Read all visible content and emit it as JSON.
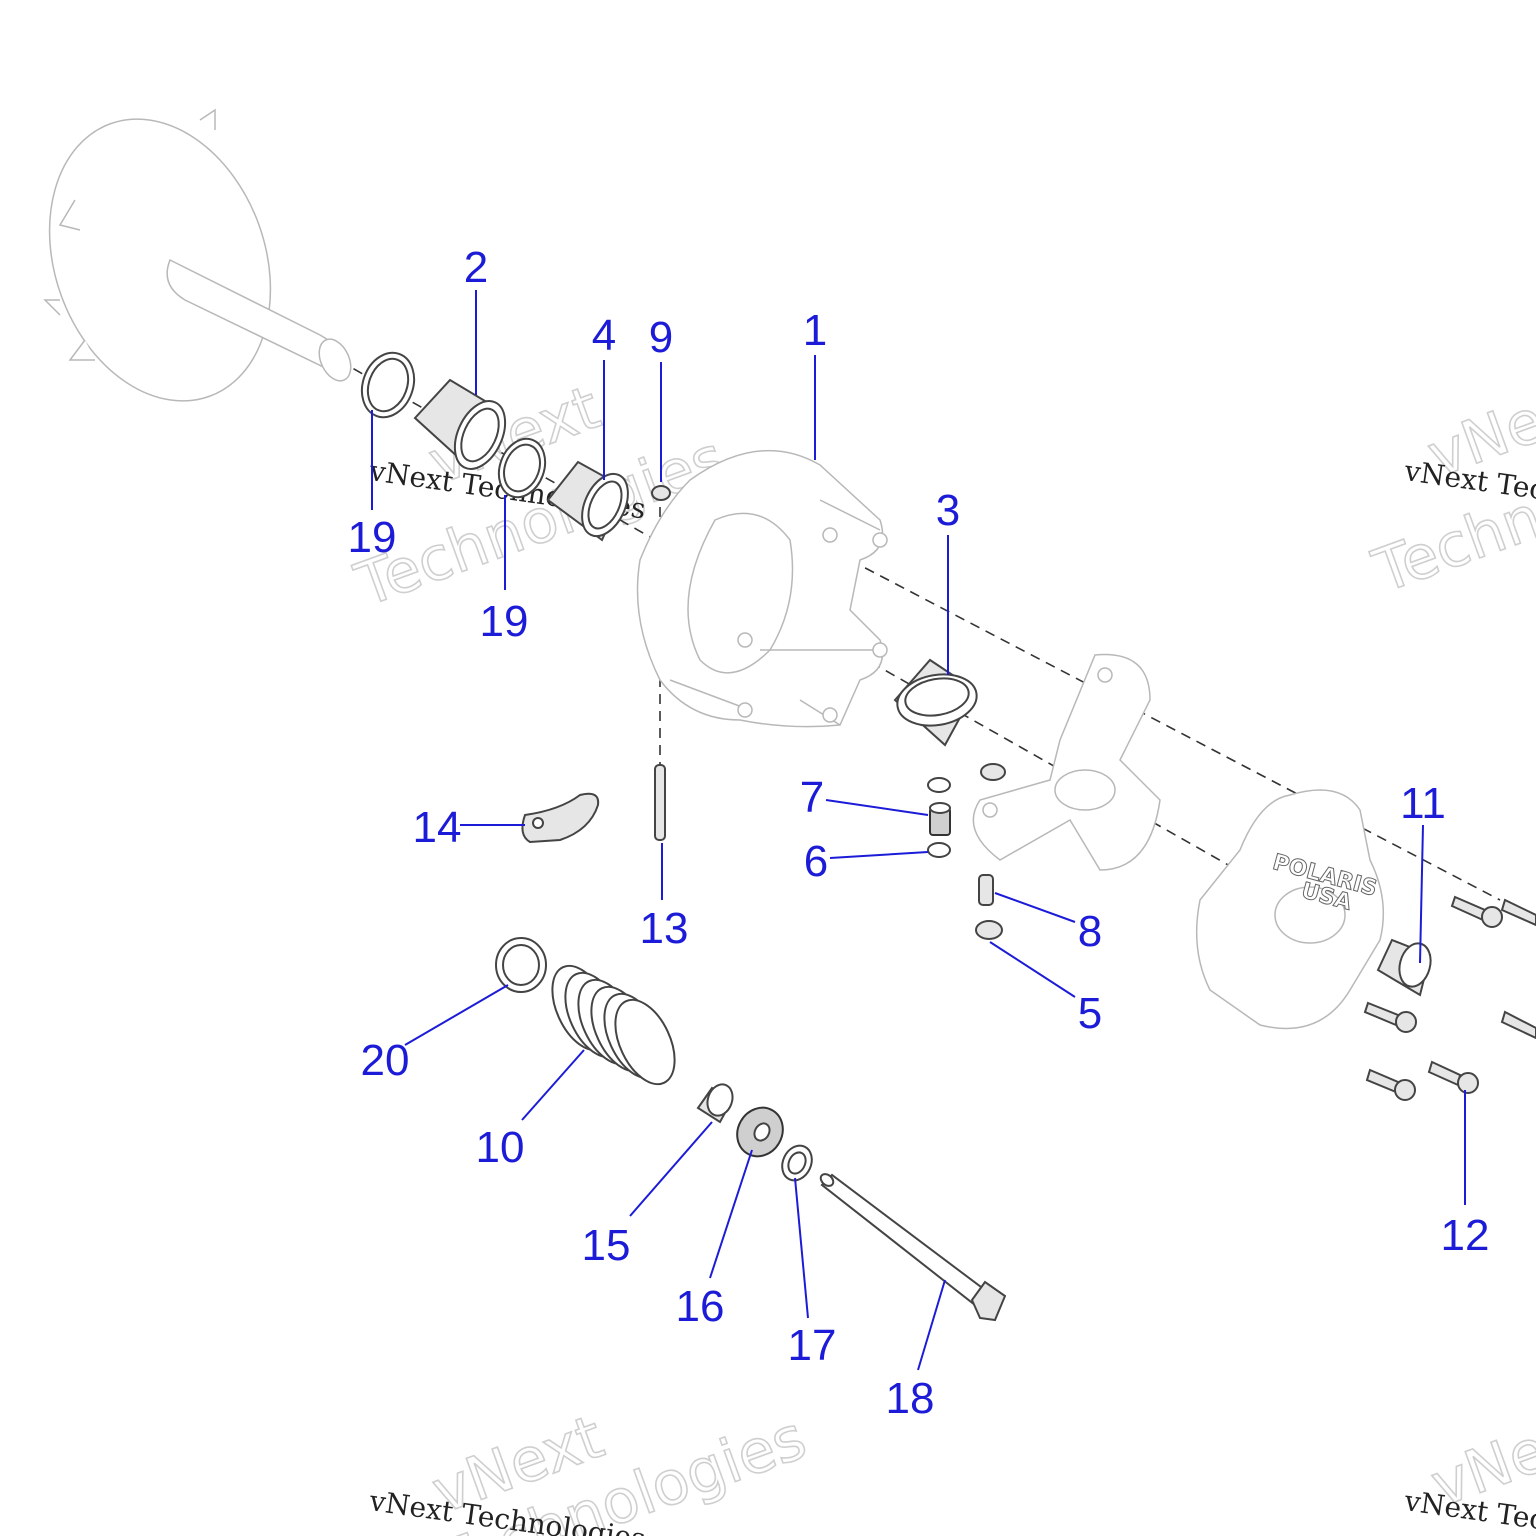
{
  "diagram": {
    "callouts": [
      "1",
      "2",
      "3",
      "4",
      "5",
      "6",
      "7",
      "8",
      "9",
      "10",
      "11",
      "12",
      "13",
      "14",
      "15",
      "16",
      "17",
      "18",
      "19",
      "19",
      "20"
    ],
    "watermark": {
      "large_line1": "vNext",
      "large_line2": "Technologies",
      "small": "vNext Technologies"
    },
    "cover_logo": "POLARIS",
    "cover_logo_sub": "USA",
    "colors": {
      "callout": "#1c1cd8",
      "line": "#444444"
    }
  }
}
